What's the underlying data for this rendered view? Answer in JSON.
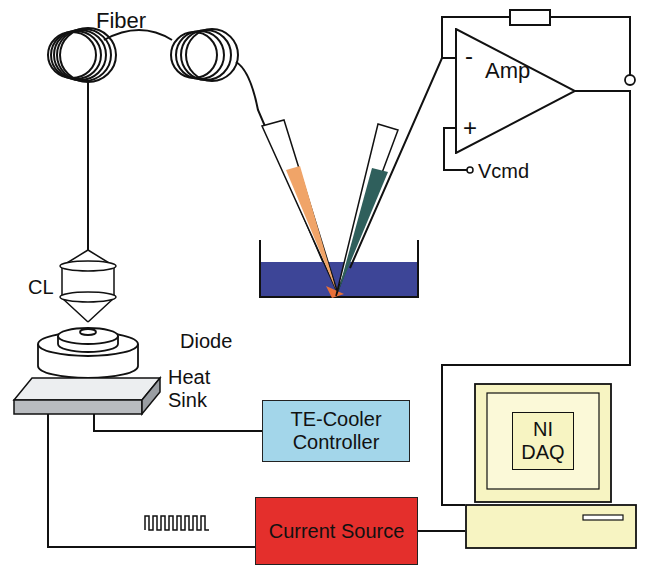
{
  "diagram": {
    "nodes": [
      {
        "text": [
          "Amp",
          "-",
          "+"
        ]
      },
      {
        "text": [
          "Heat Sink"
        ]
      },
      {
        "text": [
          "TE-Cooler Controller"
        ]
      },
      {
        "text": [
          "Current Source"
        ]
      },
      {
        "text": [
          "NI DAQ"
        ]
      }
    ],
    "edges": [
      {
        "from": 0,
        "to": 4,
        "arrow": "none"
      },
      {
        "from": 1,
        "to": 2,
        "arrow": "none"
      },
      {
        "from": 1,
        "to": 3,
        "arrow": "none"
      },
      {
        "from": 3,
        "to": 4,
        "arrow": "none"
      }
    ],
    "labels": [
      "Fiber",
      "CL",
      "Diode",
      "Vcmd"
    ]
  }
}
